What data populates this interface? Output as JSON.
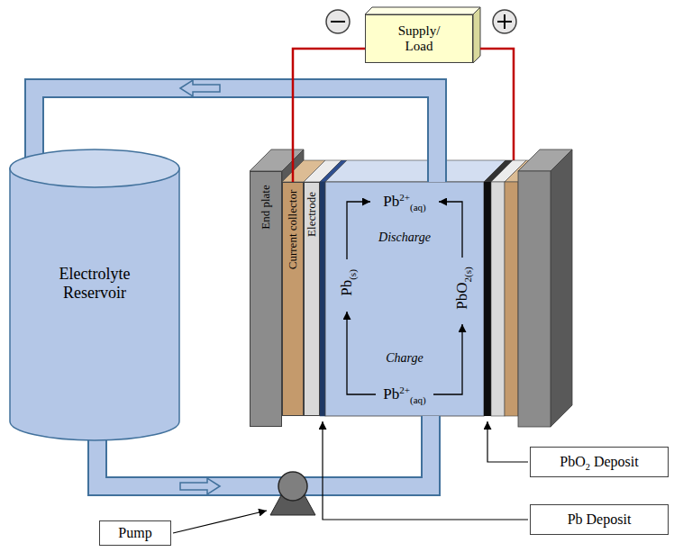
{
  "diagram": {
    "nodes": [
      {
        "text": [
          "Supply/ Load"
        ]
      },
      {
        "text": [
          "Electrolyte Reservoir"
        ]
      },
      {
        "text": [
          "End plate"
        ]
      },
      {
        "text": [
          "Current collector"
        ]
      },
      {
        "text": [
          "Electrode"
        ]
      },
      {
        "text": [
          "Pb2+(aq)",
          "Discharge",
          "Pb(s)",
          "PbO2(s)",
          "Charge",
          "Pb2+(aq)"
        ]
      },
      {
        "text": [
          "PbO2 Deposit"
        ]
      },
      {
        "text": [
          "Pb Deposit"
        ]
      },
      {
        "text": [
          "Pump"
        ]
      }
    ],
    "edges": [
      {
        "from": 0,
        "to": 3,
        "arrow": "none"
      },
      {
        "from": 5,
        "to": 1,
        "arrow": "none"
      },
      {
        "from": 1,
        "to": 5,
        "arrow": "none"
      }
    ]
  }
}
